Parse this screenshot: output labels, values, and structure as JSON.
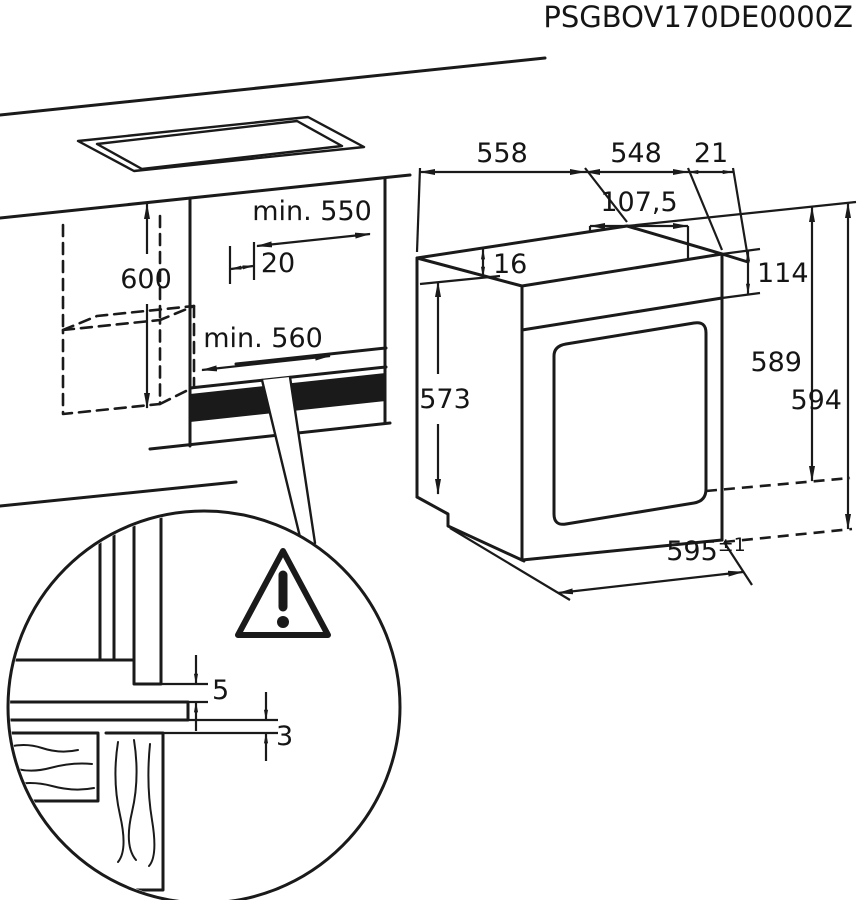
{
  "title_code": "PSGBOV170DE0000Z",
  "colors": {
    "line": "#1a1a1a",
    "background": "#ffffff"
  },
  "cabinet_section": {
    "height_label": "600",
    "niche_depth_label": "min. 550",
    "rear_gap_label": "20",
    "niche_width_label": "min. 560"
  },
  "oven_section": {
    "top_depth_label": "558",
    "top_width_label": "548",
    "front_overhang_label": "21",
    "control_panel_depth_label": "107,5",
    "top_inset_label": "16",
    "control_panel_height_label": "114",
    "carcass_height_label": "573",
    "front_height_label": "589",
    "overall_height_label": "594",
    "overall_depth_label": "595",
    "overall_depth_tolerance_label": "±1"
  },
  "detail_section": {
    "upper_gap_label": "5",
    "lower_gap_label": "3",
    "warning_icon": "warning-triangle"
  }
}
